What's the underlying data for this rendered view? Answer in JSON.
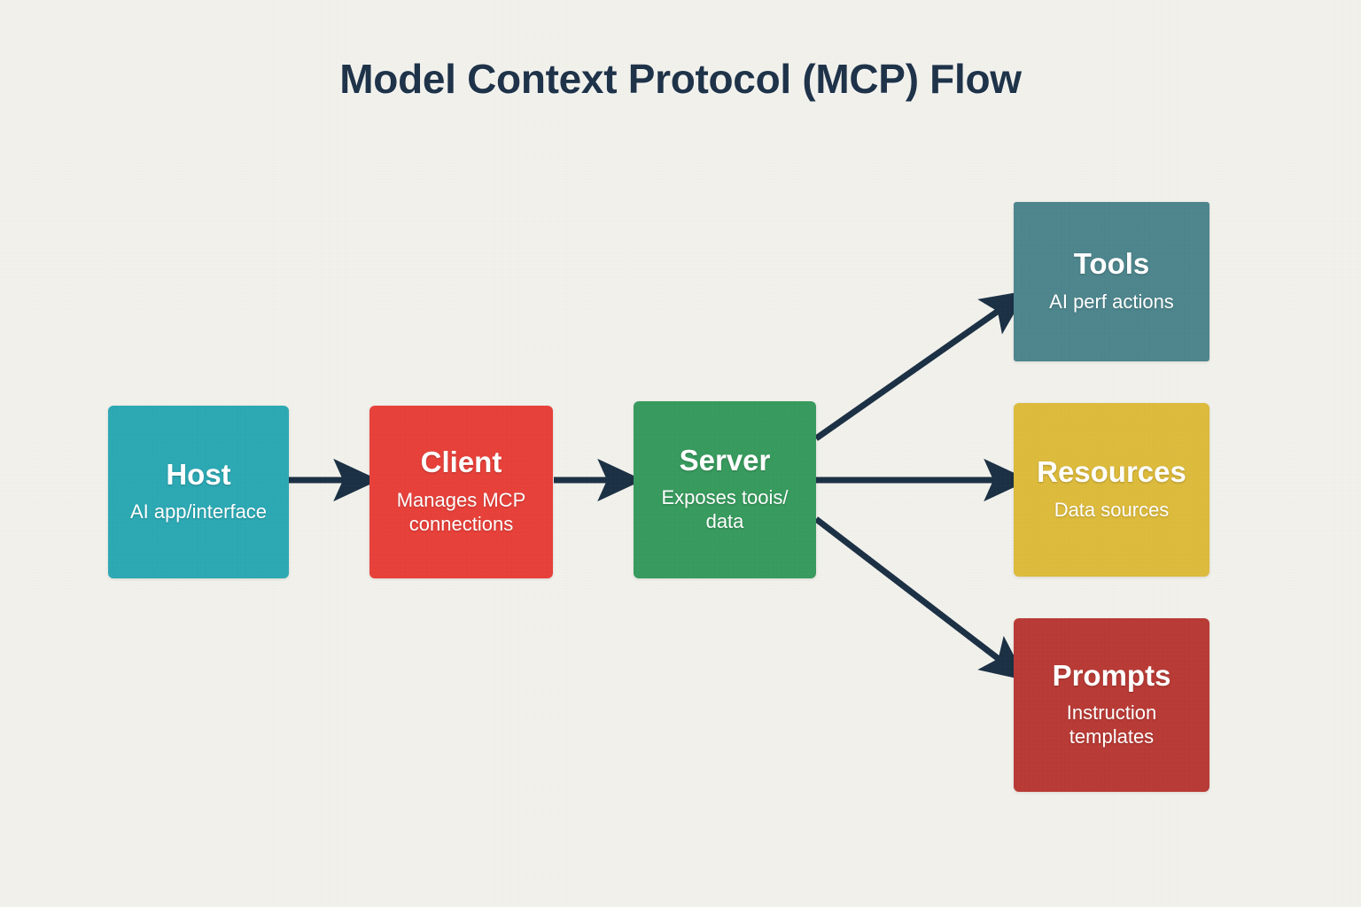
{
  "title": "Model Context Protocol (MCP) Flow",
  "colors": {
    "background": "#f2f1ec",
    "title_text": "#1e3349",
    "arrow": "#1c3145",
    "host": "#2ca9b4",
    "client": "#e8413a",
    "server": "#389b5e",
    "tools": "#4e868d",
    "resources": "#ddbb3c",
    "prompts": "#b93b36",
    "node_text": "#ffffff"
  },
  "diagram": {
    "type": "flow",
    "nodes": [
      {
        "id": "host",
        "title": "Host",
        "subtitle": "AI app/interface",
        "color": "#2ca9b4",
        "column": 1
      },
      {
        "id": "client",
        "title": "Client",
        "subtitle": "Manages MCP connections",
        "color": "#e8413a",
        "column": 2
      },
      {
        "id": "server",
        "title": "Server",
        "subtitle": "Exposes toois/ data",
        "color": "#389b5e",
        "column": 3
      },
      {
        "id": "tools",
        "title": "Tools",
        "subtitle": "AI perf actions",
        "color": "#4e868d",
        "column": 4
      },
      {
        "id": "resources",
        "title": "Resources",
        "subtitle": "Data sources",
        "color": "#ddbb3c",
        "column": 4
      },
      {
        "id": "prompts",
        "title": "Prompts",
        "subtitle": "Instruction templates",
        "color": "#b93b36",
        "column": 4
      }
    ],
    "edges": [
      {
        "id": "host-to-client",
        "from": "host",
        "to": "client",
        "label": "",
        "style": "solid-arrow"
      },
      {
        "id": "client-to-server",
        "from": "client",
        "to": "server",
        "label": "",
        "style": "solid-arrow"
      },
      {
        "id": "server-to-tools",
        "from": "server",
        "to": "tools",
        "label": "",
        "style": "solid-arrow"
      },
      {
        "id": "server-to-resources",
        "from": "server",
        "to": "resources",
        "label": "",
        "style": "solid-arrow"
      },
      {
        "id": "server-to-prompts",
        "from": "server",
        "to": "prompts",
        "label": "",
        "style": "solid-arrow"
      }
    ]
  }
}
